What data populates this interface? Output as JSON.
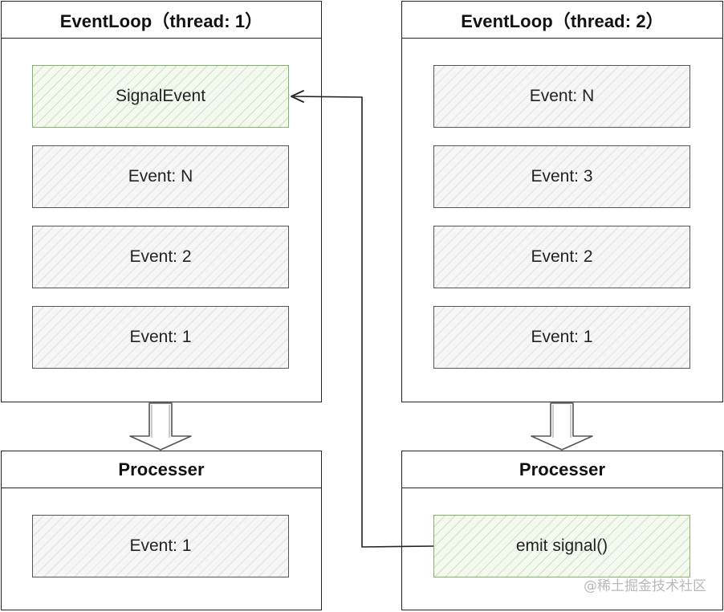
{
  "loop1": {
    "title": "EventLoop（thread: 1）",
    "items": [
      "SignalEvent",
      "Event: N",
      "Event: 2",
      "Event: 1"
    ]
  },
  "loop2": {
    "title": "EventLoop（thread: 2）",
    "items": [
      "Event: N",
      "Event: 3",
      "Event: 2",
      "Event: 1"
    ]
  },
  "processor1": {
    "title": "Processer",
    "item": "Event: 1"
  },
  "processor2": {
    "title": "Processer",
    "item": "emit signal()"
  },
  "watermark": "@稀土掘金技术社区",
  "colors": {
    "green_border": "#82b366",
    "gray_border": "#555555",
    "line": "#222222"
  }
}
